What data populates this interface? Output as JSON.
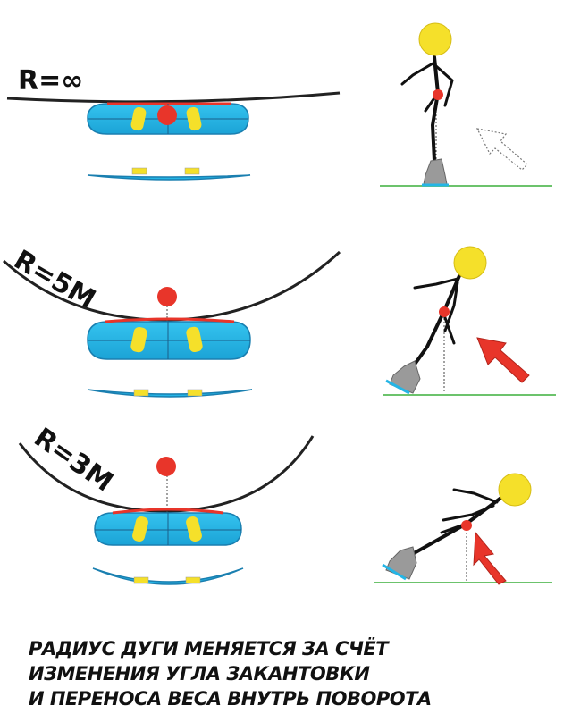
{
  "colors": {
    "board": "#24b5e6",
    "binding": "#f5e02a",
    "center_of_mass": "#e8352a",
    "head": "#f5e02a",
    "ground": "#6cc36c",
    "arrow": "#e8352a",
    "boot": "#9a9a9a"
  },
  "rows": [
    {
      "radius_label": "R=∞",
      "arrow_style": "dotted-outline"
    },
    {
      "radius_label": "R=5M",
      "arrow_style": "solid-red"
    },
    {
      "radius_label": "R=3M",
      "arrow_style": "solid-red"
    }
  ],
  "caption": {
    "line1": "Радиус дуги меняется за счёт",
    "line2": "изменения угла закантовки",
    "line3": "и переноса веса внутрь поворота"
  }
}
